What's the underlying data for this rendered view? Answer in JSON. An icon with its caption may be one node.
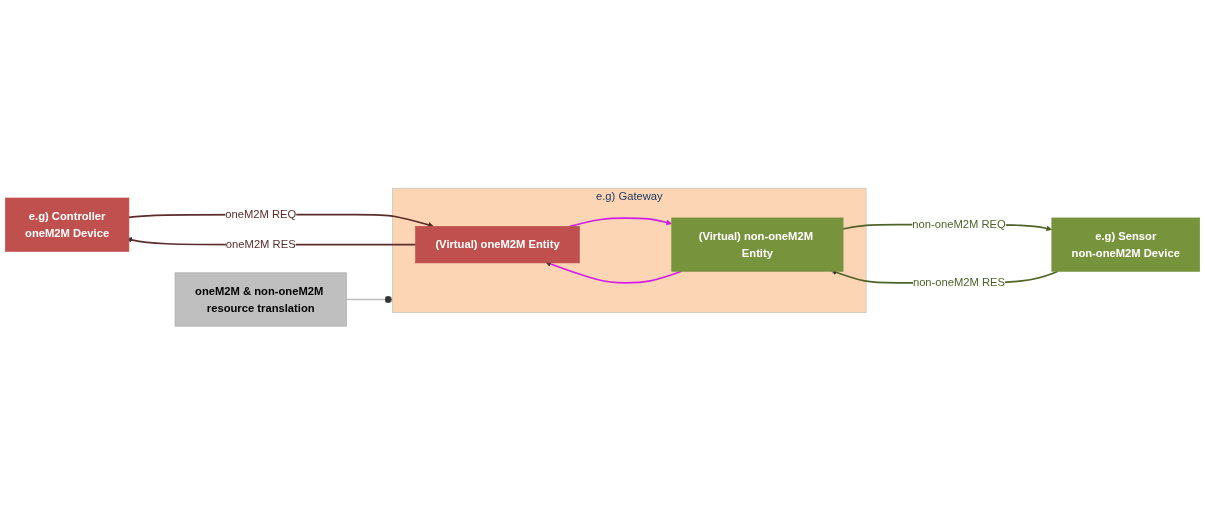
{
  "diagram": {
    "nodes": [
      {
        "text": [
          "e.g) Gateway"
        ]
      },
      {
        "text": [
          "e.g) Controller",
          "oneM2M Device"
        ]
      },
      {
        "text": [
          "(Virtual) oneM2M Entity"
        ],
        "in": 0
      },
      {
        "text": [
          "(Virtual) non-oneM2M Entity"
        ],
        "in": 0
      },
      {
        "text": [
          "e.g) Sensor",
          "non-oneM2M Device"
        ]
      },
      {
        "text": [
          "oneM2M & non-oneM2M resource translation"
        ]
      }
    ],
    "edges": [
      {
        "from": 1,
        "to": 2,
        "arrow": "to",
        "label": "oneM2M REQ",
        "color": "#5a2c2c"
      },
      {
        "from": 2,
        "to": 1,
        "arrow": "to",
        "label": "oneM2M RES",
        "color": "#5a2c2c"
      },
      {
        "from": 2,
        "to": 3,
        "arrow": "to",
        "color": "#d21ee6"
      },
      {
        "from": 3,
        "to": 2,
        "arrow": "to",
        "color": "#d21ee6"
      },
      {
        "from": 3,
        "to": 4,
        "arrow": "to",
        "label": "non-oneM2M REQ",
        "color": "#4f6228"
      },
      {
        "from": 4,
        "to": 3,
        "arrow": "to",
        "label": "non-oneM2M RES",
        "color": "#4f6228"
      },
      {
        "from": 5,
        "to": 0,
        "arrow": "other",
        "color": "#bfbfbf"
      }
    ]
  }
}
